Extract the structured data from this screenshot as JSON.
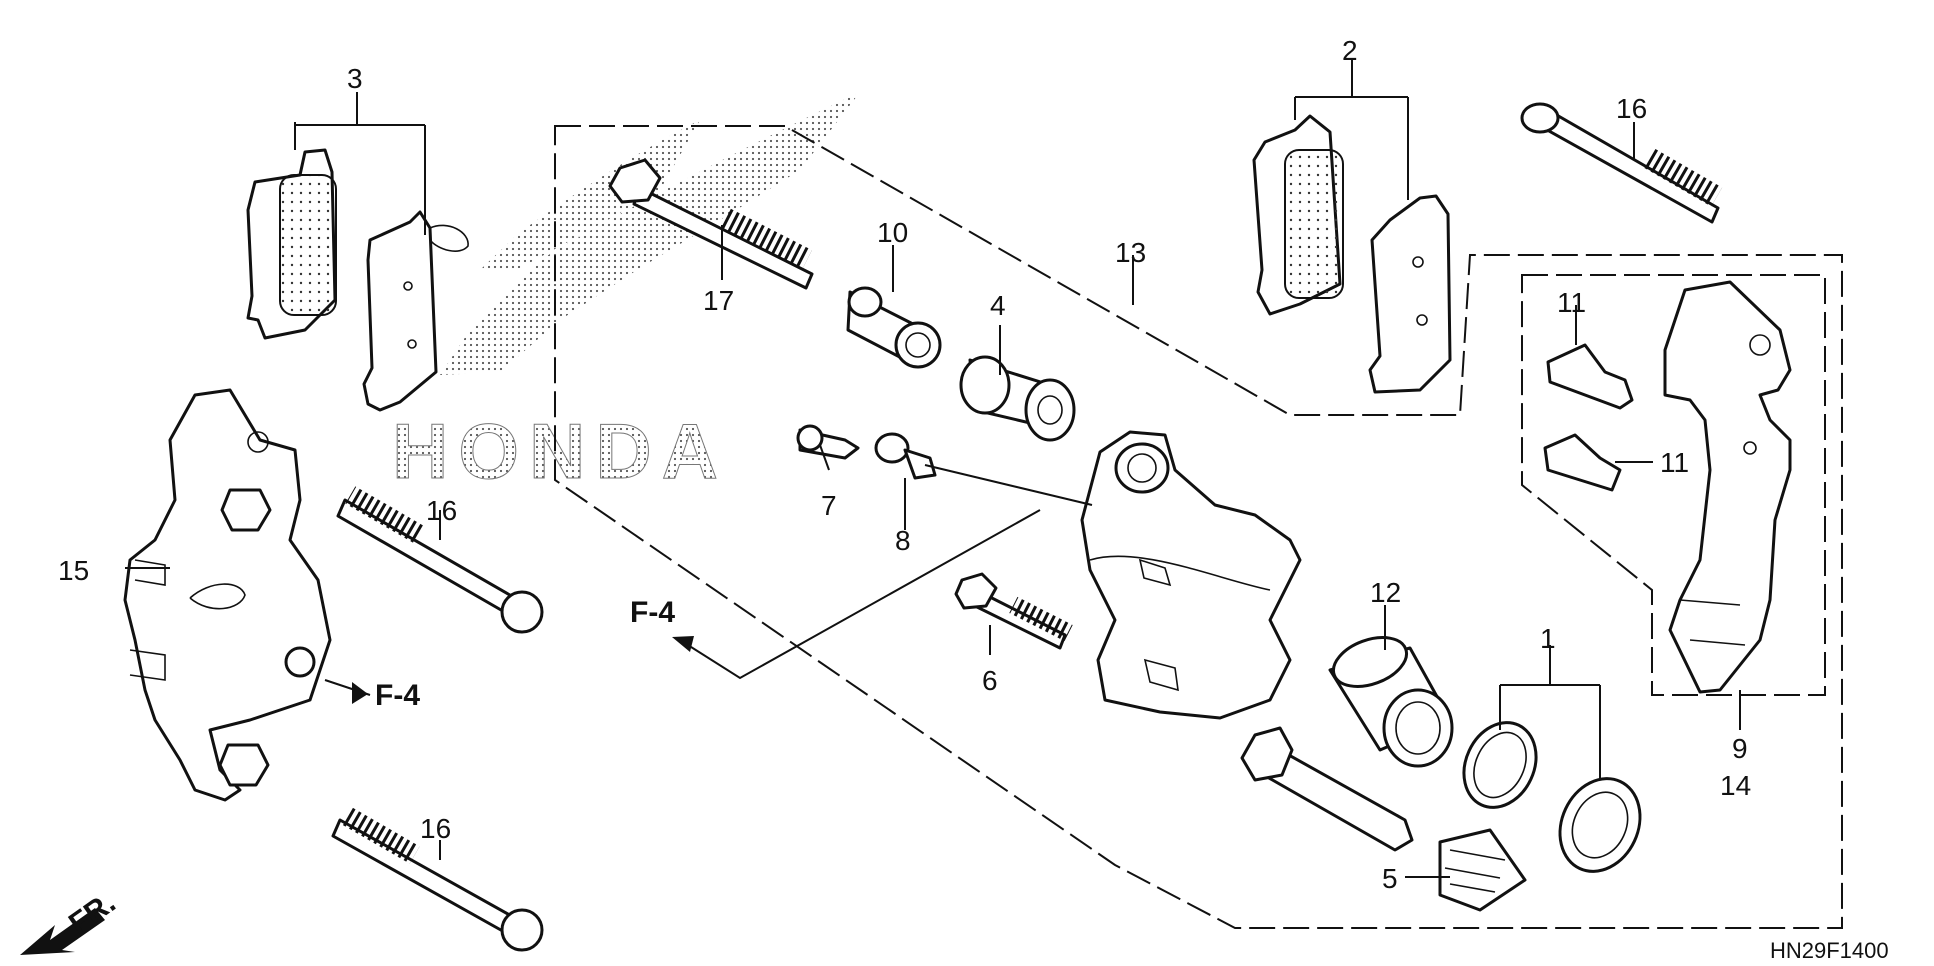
{
  "diagram": {
    "callouts": {
      "c1": "1",
      "c2": "2",
      "c3": "3",
      "c4": "4",
      "c5": "5",
      "c6": "6",
      "c7": "7",
      "c8": "8",
      "c9": "9",
      "c10": "10",
      "c11a": "11",
      "c11b": "11",
      "c12": "12",
      "c13": "13",
      "c14": "14",
      "c15": "15",
      "c16a": "16",
      "c16b": "16",
      "c16c": "16",
      "c17": "17"
    },
    "references": {
      "f4_left": "F-4",
      "f4_right": "F-4"
    },
    "direction_label": "FR.",
    "watermark_text": "HONDA",
    "diagram_code": "HN29F1400"
  }
}
